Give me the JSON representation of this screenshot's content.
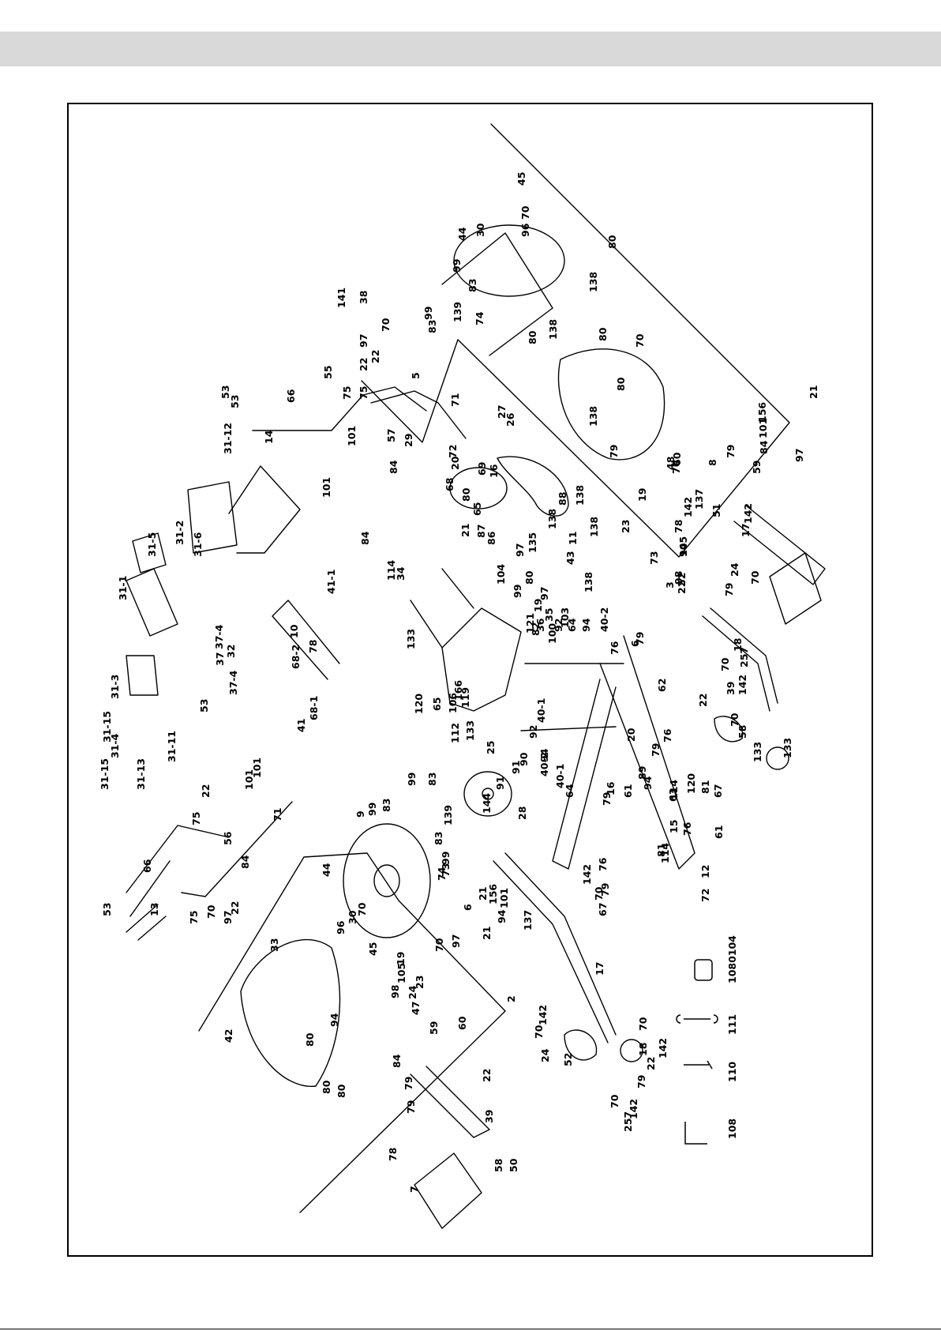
{
  "document_code": "1080104",
  "tools": [
    {
      "icon": "allen-key-icon",
      "number": "108"
    },
    {
      "icon": "screwdriver-icon",
      "number": "110"
    },
    {
      "icon": "wrench-icon",
      "number": "111"
    },
    {
      "icon": "socket-icon",
      "number": "1080104"
    }
  ],
  "part_labels": [
    "31-15",
    "31-4",
    "31-15",
    "31-13",
    "31-11",
    "31-3",
    "31-1",
    "31-5",
    "31-2",
    "31-6",
    "31-12",
    "53",
    "37-4",
    "37",
    "32",
    "37-4",
    "53",
    "68-2",
    "78",
    "68-1",
    "41",
    "41-1",
    "84",
    "10",
    "14",
    "66",
    "53",
    "55",
    "75",
    "75",
    "22",
    "101",
    "101",
    "141",
    "38",
    "97",
    "70",
    "22",
    "5",
    "71",
    "57",
    "84",
    "22",
    "101",
    "101",
    "71",
    "75",
    "56",
    "84",
    "13",
    "66",
    "53",
    "70",
    "22",
    "97",
    "75",
    "9",
    "99",
    "83",
    "99",
    "83",
    "139",
    "83",
    "99",
    "74",
    "44",
    "96",
    "70",
    "30",
    "45",
    "99",
    "83",
    "139",
    "74",
    "83",
    "99",
    "44",
    "30",
    "70",
    "96",
    "45",
    "33",
    "94",
    "42",
    "80",
    "80",
    "80",
    "73",
    "6",
    "21",
    "156",
    "101",
    "94",
    "137",
    "97",
    "70",
    "21",
    "2",
    "142",
    "70",
    "17",
    "24",
    "70",
    "142",
    "24",
    "105",
    "19",
    "98",
    "23",
    "60",
    "79",
    "78",
    "47",
    "59",
    "84",
    "79",
    "52",
    "79",
    "22",
    "18",
    "142",
    "70",
    "257",
    "70",
    "142",
    "22",
    "39",
    "7",
    "58",
    "50",
    "133",
    "133",
    "120",
    "119",
    "166",
    "112",
    "106",
    "65",
    "34",
    "114",
    "121",
    "36",
    "35",
    "80",
    "99",
    "82",
    "92",
    "64",
    "94",
    "40-2",
    "40-1",
    "92",
    "94",
    "40-2",
    "40-1",
    "64",
    "91",
    "90",
    "28",
    "25",
    "91",
    "144",
    "79",
    "89",
    "61",
    "94",
    "76",
    "16",
    "63",
    "79",
    "15",
    "76",
    "114",
    "120",
    "81",
    "67",
    "61",
    "79",
    "76",
    "6",
    "62",
    "20",
    "76",
    "79",
    "114",
    "67",
    "81",
    "12",
    "72",
    "72",
    "27",
    "26",
    "29",
    "88",
    "69",
    "20",
    "16",
    "68",
    "80",
    "65",
    "21",
    "87",
    "86",
    "104",
    "97",
    "135",
    "19",
    "97",
    "100",
    "103",
    "11",
    "138",
    "138",
    "138",
    "43",
    "138",
    "138",
    "138",
    "80",
    "80",
    "80",
    "138",
    "80",
    "79",
    "60",
    "23",
    "19",
    "105",
    "98",
    "78",
    "48",
    "70",
    "97",
    "21",
    "156",
    "101",
    "84",
    "59",
    "79",
    "8",
    "51",
    "137",
    "70",
    "142",
    "94",
    "73",
    "3",
    "17",
    "24",
    "142",
    "70",
    "79",
    "52",
    "22",
    "18",
    "142",
    "70",
    "257",
    "39",
    "22",
    "70",
    "58",
    "133",
    "133"
  ]
}
